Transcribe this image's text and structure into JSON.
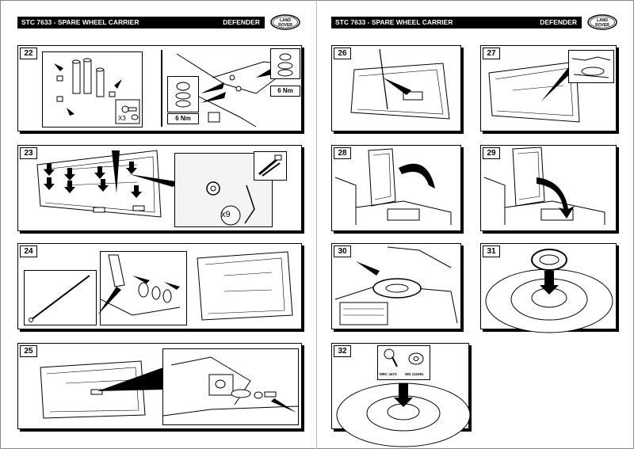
{
  "header_left": {
    "title": "STC 7633 - SPARE WHEEL CARRIER",
    "model": "DEFENDER"
  },
  "header_right": {
    "title": "STC 7633 - SPARE WHEEL CARRIER",
    "model": "DEFENDER"
  },
  "logo": {
    "line1": "LAND",
    "line2": "ROVER"
  },
  "steps": [
    {
      "number": "22",
      "qty_label": "X3",
      "torque_1": "6 Nm",
      "torque_2": "6 Nm"
    },
    {
      "number": "23",
      "qty_label": "x9"
    },
    {
      "number": "24"
    },
    {
      "number": "25"
    },
    {
      "number": "26"
    },
    {
      "number": "27"
    },
    {
      "number": "28"
    },
    {
      "number": "29"
    },
    {
      "number": "30"
    },
    {
      "number": "31"
    },
    {
      "number": "32",
      "part_1": "MRC 4473",
      "part_2": "WD 112081"
    }
  ],
  "colors": {
    "ink": "#000000",
    "paper": "#ffffff"
  }
}
